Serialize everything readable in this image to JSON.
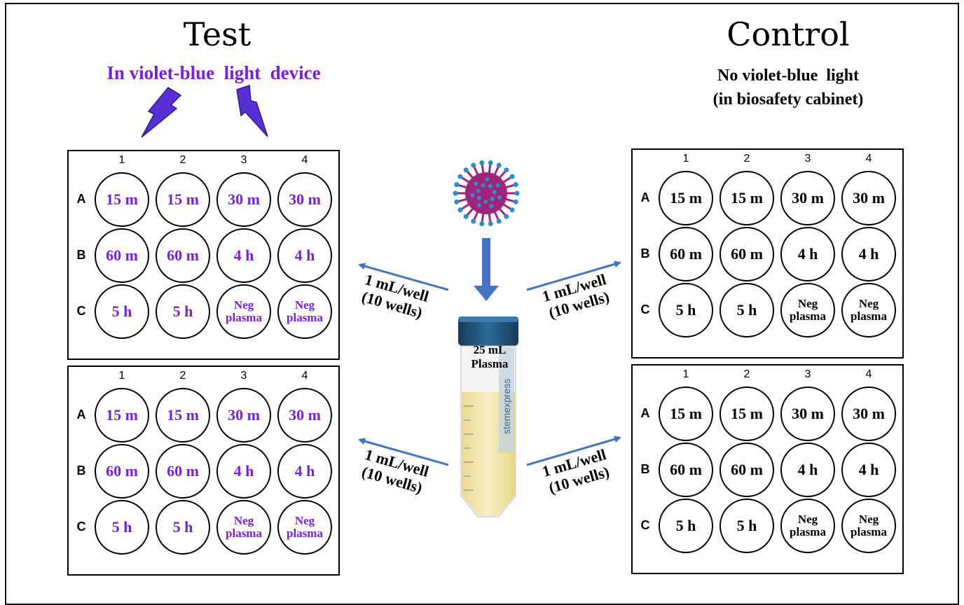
{
  "test": {
    "title": "Test",
    "subtitle": "In violet-blue  light  device",
    "text_color": "#7a1ee6"
  },
  "control": {
    "title": "Control",
    "subtitle_line1": "No violet-blue  light",
    "subtitle_line2": "(in biosafety cabinet)"
  },
  "plate_columns": [
    "1",
    "2",
    "3",
    "4"
  ],
  "plate_rows": [
    "A",
    "B",
    "C"
  ],
  "wells": [
    "15 m",
    "15 m",
    "30 m",
    "30 m",
    "60 m",
    "60 m",
    "4 h",
    "4 h",
    "5 h",
    "5 h",
    "Neg plasma",
    "Neg plasma"
  ],
  "neg_well": {
    "line1": "Neg",
    "line2": "plasma"
  },
  "transfer_label": {
    "line1": "1 mL/well",
    "line2": "(10 wells)"
  },
  "tube": {
    "line1": "25 mL",
    "line2": "Plasma",
    "brand": "stemexpress",
    "cap_color": "#1f4f75",
    "liquid_color": "#efe3a2"
  },
  "arrow_color": "#4472c4",
  "lightning_color": "#5b2fd6",
  "virus_colors": {
    "body": "#a0257a",
    "spike": "#2a8fc4"
  }
}
